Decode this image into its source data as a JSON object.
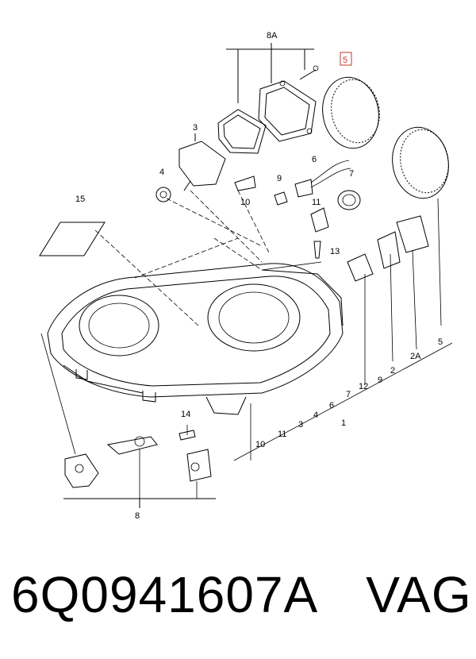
{
  "callouts": {
    "c8A": "8A",
    "c5": "5",
    "c3": "3",
    "c4": "4",
    "c6": "6",
    "c9": "9",
    "c7": "7",
    "c10": "10",
    "c11": "11",
    "c15": "15",
    "c13": "13",
    "c12": "12",
    "c2": "2",
    "c2A": "2A",
    "c5b": "5",
    "c9b": "9",
    "c7b": "7",
    "c6b": "6",
    "c4b": "4",
    "c3b": "3",
    "c11b": "11",
    "c10b": "10",
    "c1": "1",
    "c14": "14",
    "c8": "8"
  },
  "footer": {
    "part_number": "6Q0941607A",
    "brand": "VAG"
  },
  "colors": {
    "highlight": "#c0392b"
  }
}
